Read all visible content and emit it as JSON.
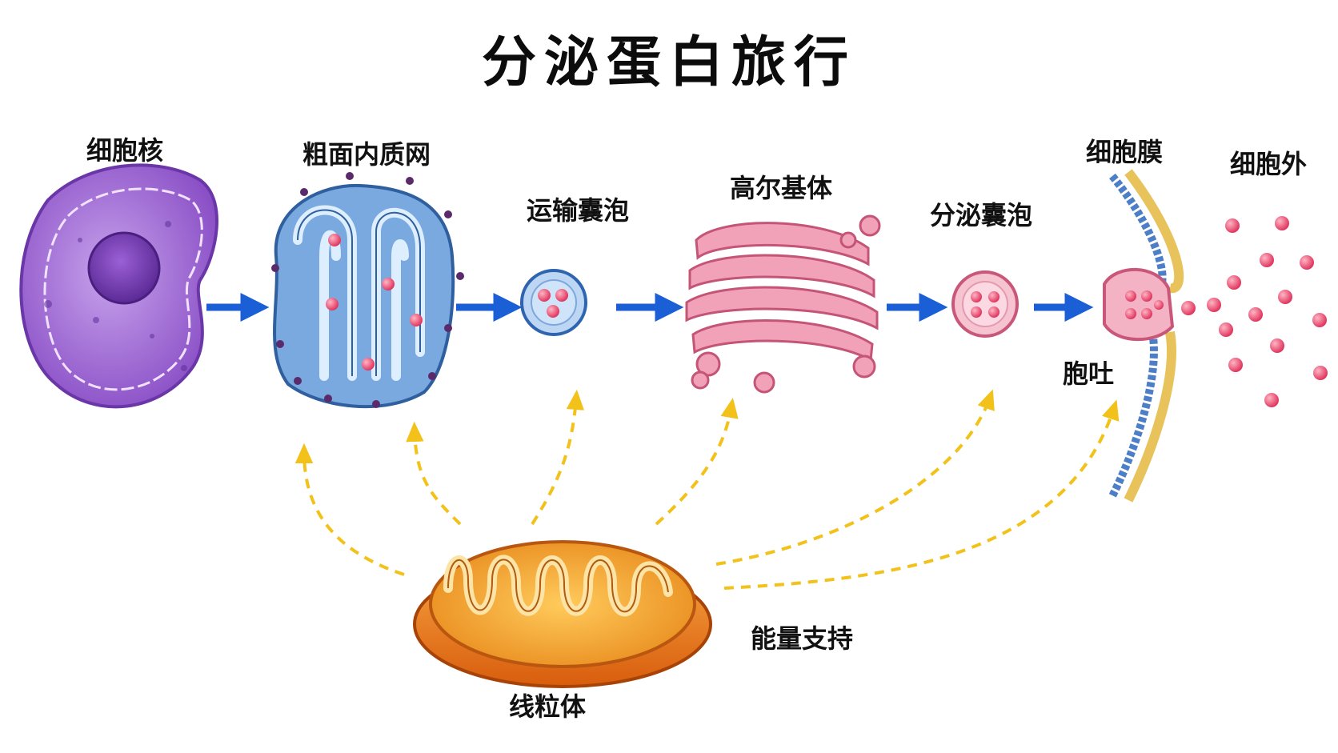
{
  "title": "分泌蛋白旅行",
  "labels": {
    "nucleus": "细胞核",
    "rough_er": "粗面内质网",
    "transport_vesicle": "运输囊泡",
    "golgi": "高尔基体",
    "secretory_vesicle": "分泌囊泡",
    "cell_membrane": "细胞膜",
    "extracellular": "细胞外",
    "exocytosis": "胞吐",
    "energy_support": "能量支持",
    "mitochondrion": "线粒体"
  },
  "colors": {
    "flow_arrow": "#1a5fd6",
    "energy_arrow": "#f2c21b",
    "nucleus": "#9a63d0",
    "er": "#79a8dd",
    "golgi": "#e98aa5",
    "protein": "#e8456b",
    "mitochondrion": "#e8821f",
    "membrane_blue": "#4d7fc9",
    "membrane_yellow": "#e8c25a"
  },
  "icons": [
    "nucleus-icon",
    "rough-er-icon",
    "transport-vesicle-icon",
    "golgi-icon",
    "secretory-vesicle-icon",
    "cell-membrane-icon",
    "mitochondrion-icon",
    "protein-particle-icon"
  ]
}
